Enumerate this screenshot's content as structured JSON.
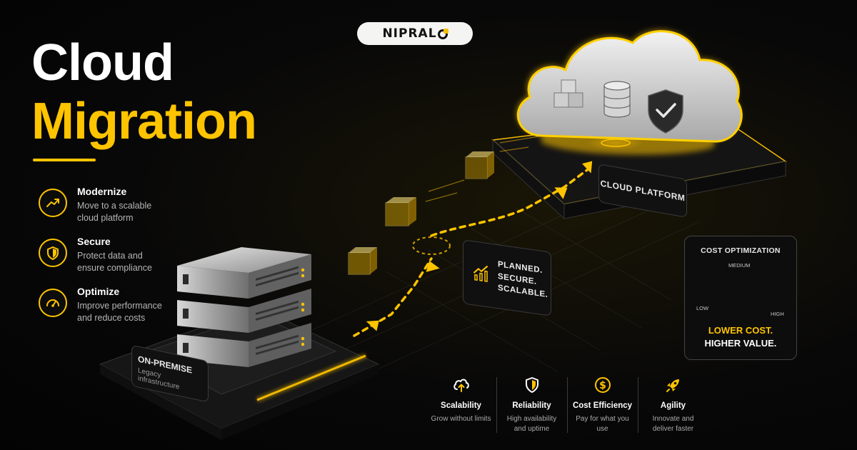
{
  "brand": {
    "logo_text": "NIPRAL"
  },
  "title": {
    "line1": "Cloud",
    "line2": "Migration"
  },
  "benefits": [
    {
      "title": "Modernize",
      "desc": "Move to a scalable cloud platform",
      "icon": "trend-up-icon"
    },
    {
      "title": "Secure",
      "desc": "Protect data and ensure compliance",
      "icon": "shield-icon"
    },
    {
      "title": "Optimize",
      "desc": "Improve performance and reduce costs",
      "icon": "speedometer-icon"
    }
  ],
  "scene": {
    "cloud_label": "CLOUD PLATFORM",
    "onprem_title": "ON-PREMISE",
    "onprem_sub": "Legacy infrastructure",
    "planned": [
      "PLANNED.",
      "SECURE.",
      "SCALABLE."
    ]
  },
  "cost": {
    "title": "COST OPTIMIZATION",
    "label_low": "LOW",
    "label_medium": "MEDIUM",
    "label_high": "HIGH",
    "line1": "LOWER COST.",
    "line2": "HIGHER VALUE.",
    "gauge_level": "low"
  },
  "features": [
    {
      "title": "Scalability",
      "desc": "Grow without limits",
      "icon": "cloud-upload-icon"
    },
    {
      "title": "Reliability",
      "desc": "High availability and uptime",
      "icon": "shield-icon"
    },
    {
      "title": "Cost Efficiency",
      "desc": "Pay for what you use",
      "icon": "dollar-icon"
    },
    {
      "title": "Agility",
      "desc": "Innovate and deliver faster",
      "icon": "rocket-icon"
    }
  ],
  "colors": {
    "accent": "#ffc400",
    "background": "#050505",
    "text": "#ffffff",
    "muted": "#b5b5b5"
  }
}
